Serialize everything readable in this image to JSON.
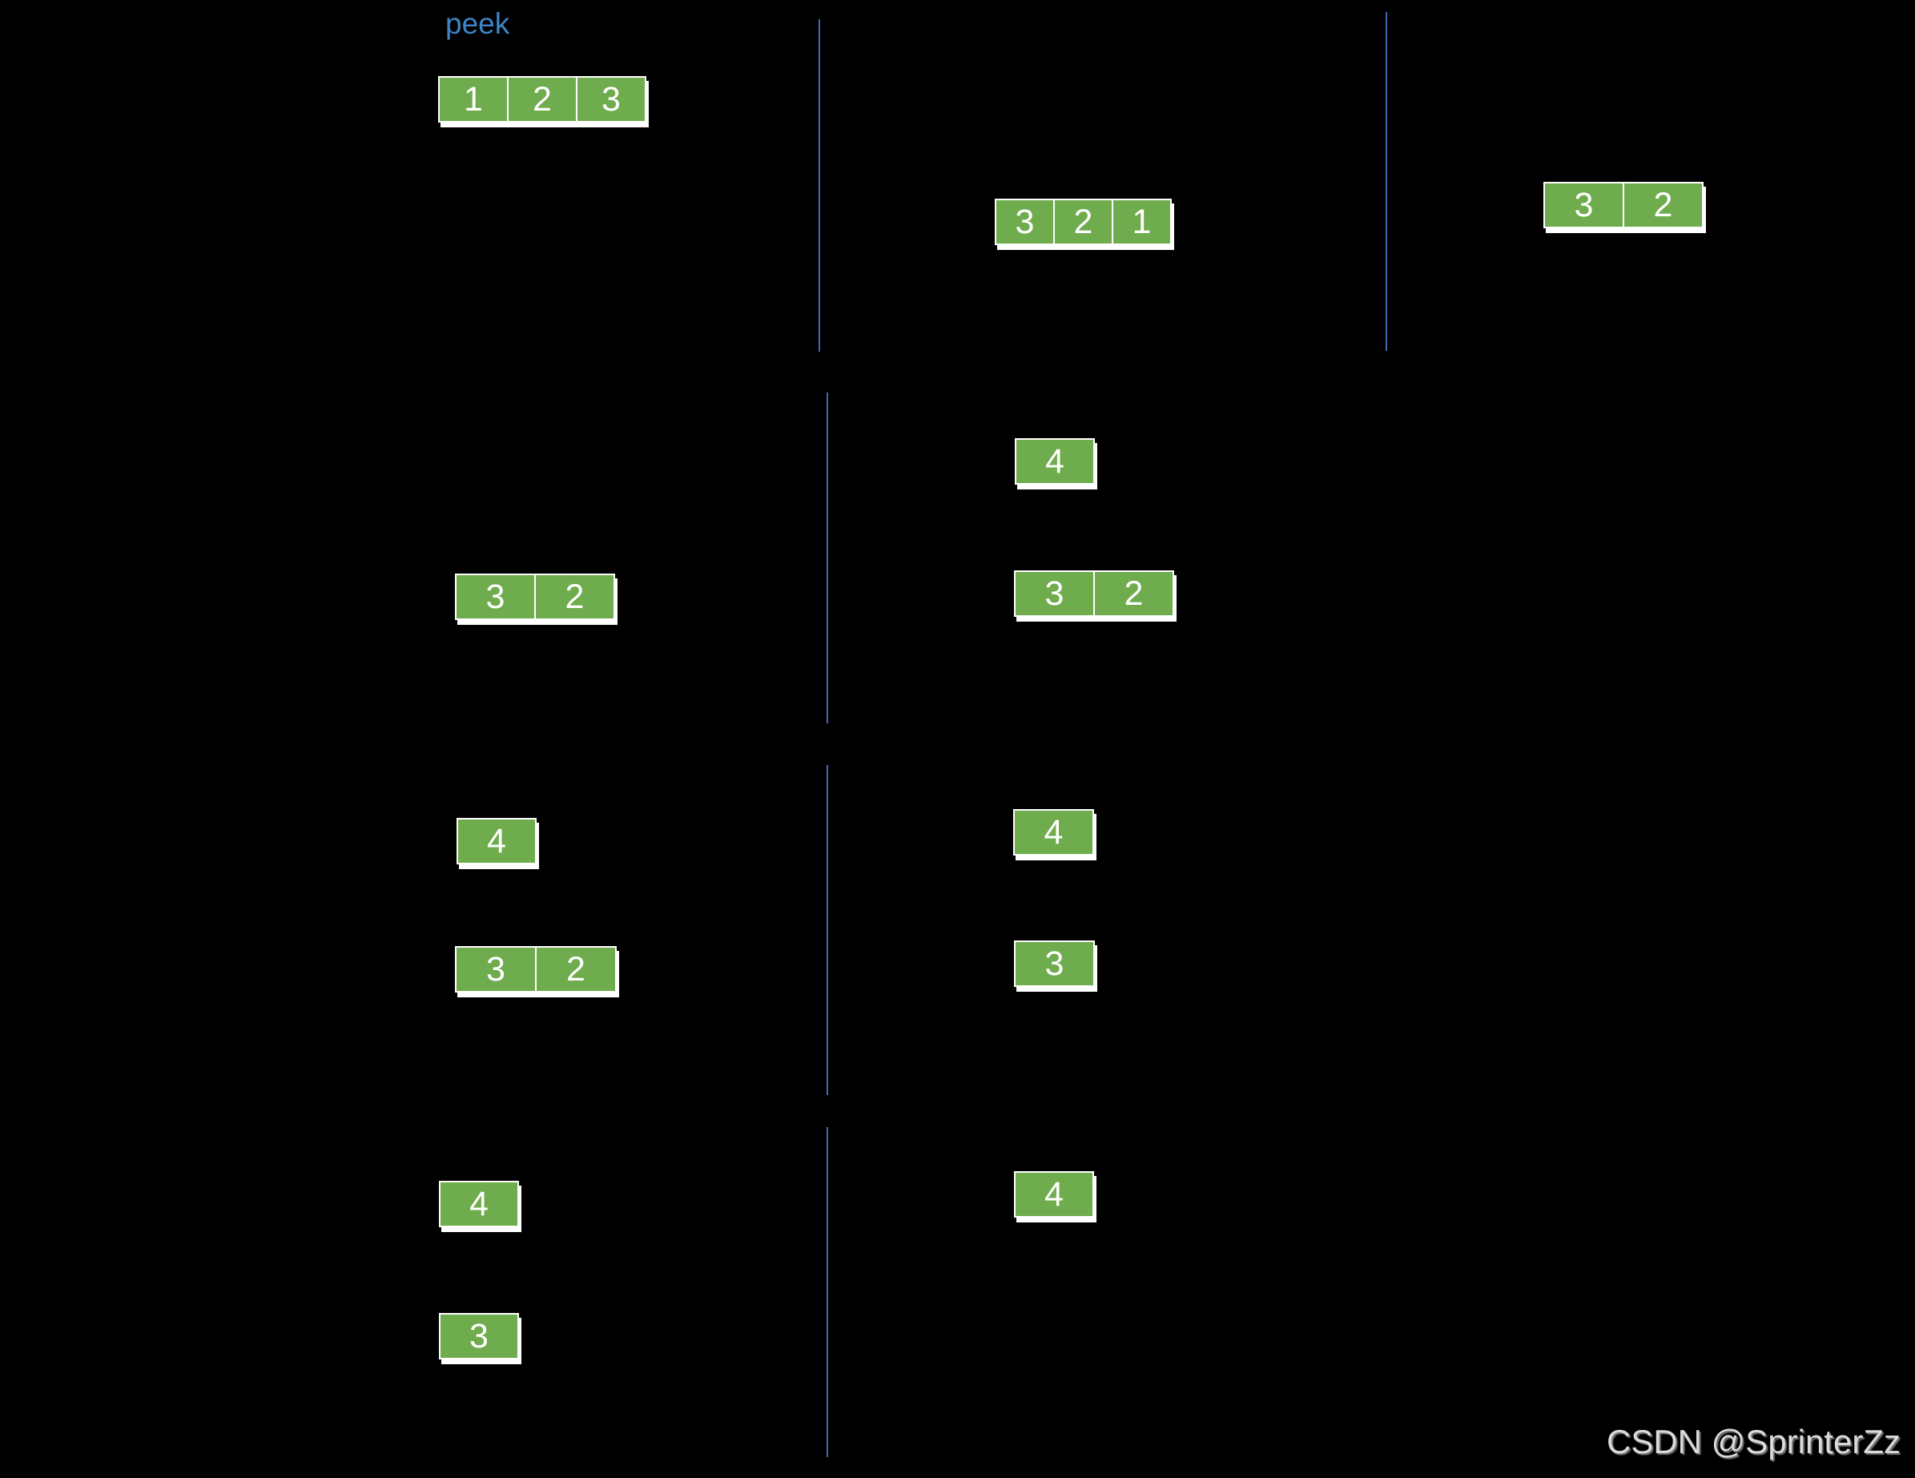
{
  "labels": {
    "peek": "peek",
    "watermark": "CSDN @SprinterZz"
  },
  "colors": {
    "background": "#000000",
    "box_fill": "#6FAC4D",
    "box_border": "#FFFFFF",
    "box_text": "#FFFFFF",
    "divider": "#4668B2",
    "peek_text": "#3D85C6",
    "watermark_text": "#DADADA"
  },
  "stacks": {
    "row1_left_in": {
      "cells": [
        "1",
        "2",
        "3"
      ]
    },
    "row1_mid_out": {
      "cells": [
        "3",
        "2",
        "1"
      ]
    },
    "row1_right_out": {
      "cells": [
        "3",
        "2"
      ]
    },
    "row2_left_out": {
      "cells": [
        "3",
        "2"
      ]
    },
    "row2_mid_in": {
      "cells": [
        "4"
      ]
    },
    "row2_mid_out": {
      "cells": [
        "3",
        "2"
      ]
    },
    "row3_left_in": {
      "cells": [
        "4"
      ]
    },
    "row3_left_out": {
      "cells": [
        "3",
        "2"
      ]
    },
    "row3_mid_in": {
      "cells": [
        "4"
      ]
    },
    "row3_mid_out": {
      "cells": [
        "3"
      ]
    },
    "row4_left_in": {
      "cells": [
        "4"
      ]
    },
    "row4_left_out": {
      "cells": [
        "3"
      ]
    },
    "row4_mid_in": {
      "cells": [
        "4"
      ]
    }
  }
}
